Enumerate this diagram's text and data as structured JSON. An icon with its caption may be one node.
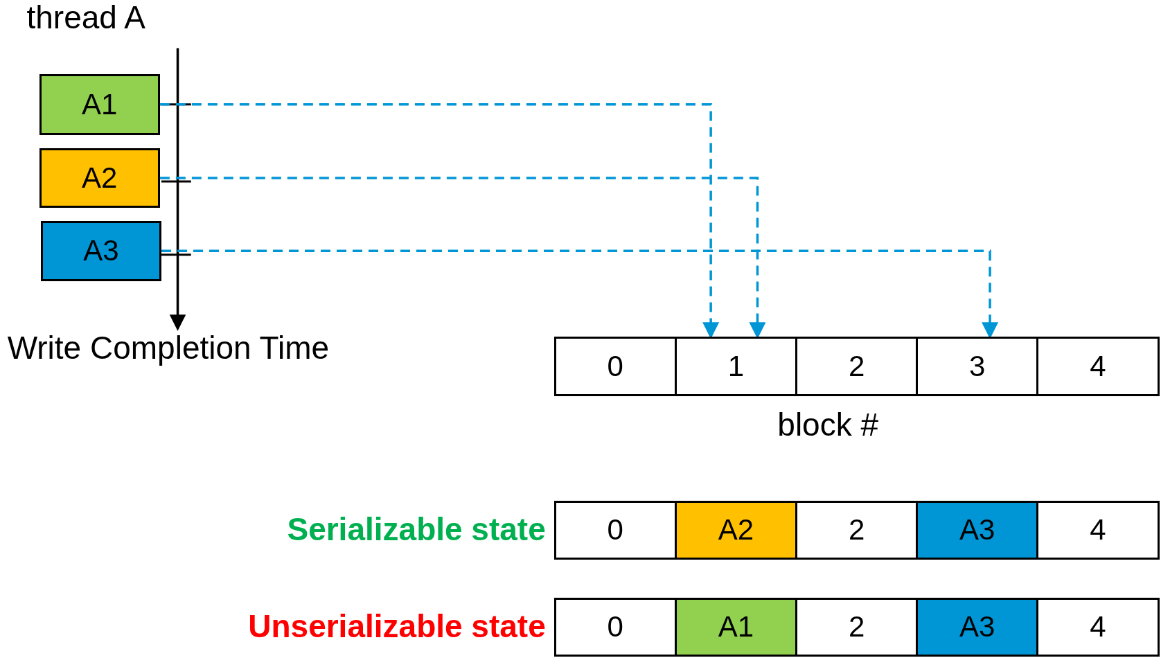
{
  "diagram": {
    "nodes": [
      {
        "text": [
          "A1"
        ]
      },
      {
        "text": [
          "A2"
        ]
      },
      {
        "text": [
          "A3"
        ]
      },
      {
        "text": [
          "0"
        ]
      },
      {
        "text": [
          "1"
        ]
      },
      {
        "text": [
          "2"
        ]
      },
      {
        "text": [
          "3"
        ]
      },
      {
        "text": [
          "4"
        ]
      },
      {
        "text": [
          "0"
        ]
      },
      {
        "text": [
          "A2"
        ]
      },
      {
        "text": [
          "2"
        ]
      },
      {
        "text": [
          "A3"
        ]
      },
      {
        "text": [
          "4"
        ]
      },
      {
        "text": [
          "0"
        ]
      },
      {
        "text": [
          "A1"
        ]
      },
      {
        "text": [
          "2"
        ]
      },
      {
        "text": [
          "A3"
        ]
      },
      {
        "text": [
          "4"
        ]
      }
    ],
    "edges": [
      {
        "from": 0,
        "to": 4,
        "arrow": "to",
        "style": "dashed"
      },
      {
        "from": 1,
        "to": 4,
        "arrow": "to",
        "style": "dashed"
      },
      {
        "from": 2,
        "to": 6,
        "arrow": "to",
        "style": "dashed"
      }
    ],
    "labels": [
      "thread A",
      "Write Completion Time",
      "block #",
      "Serializable state",
      "Unserializable state"
    ]
  }
}
